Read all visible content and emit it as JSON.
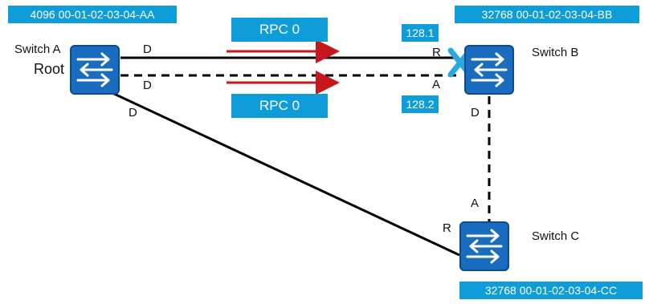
{
  "switches": {
    "a": {
      "name": "Switch A",
      "role": "Root",
      "id": "4096 00-01-02-03-04-AA"
    },
    "b": {
      "name": "Switch B",
      "id": "32768 00-01-02-03-04-BB"
    },
    "c": {
      "name": "Switch C",
      "id": "32768 00-01-02-03-04-CC"
    }
  },
  "messages": {
    "top": "RPC 0",
    "bottom": "RPC 0"
  },
  "ports": {
    "a_top": "D",
    "a_bottom": "D",
    "a_diag": "D",
    "b_top": "R",
    "b_bottom": "A",
    "b_down": "D",
    "c_up": "A",
    "c_diag": "R",
    "b_top_id": "128.1",
    "b_bottom_id": "128.2"
  },
  "colors": {
    "accent": "#0f9dd9",
    "switch": "#1a6cbf",
    "arrow": "#c8161d",
    "blocked": "#2aa9e0"
  }
}
